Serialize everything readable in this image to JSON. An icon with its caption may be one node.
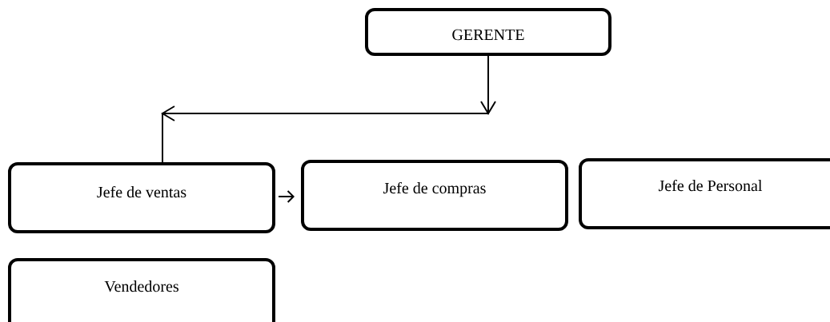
{
  "diagram": {
    "nodes": [
      {
        "text": [
          "GERENTE"
        ]
      },
      {
        "text": [
          "Jefe de ventas"
        ]
      },
      {
        "text": [
          "Jefe de compras"
        ]
      },
      {
        "text": [
          "Jefe de Personal"
        ]
      },
      {
        "text": [
          "Vendedores"
        ]
      }
    ],
    "edges": [
      {
        "from": 0,
        "to": 1,
        "arrow": "to"
      },
      {
        "from": 1,
        "to": 2,
        "arrow": "to"
      }
    ]
  }
}
